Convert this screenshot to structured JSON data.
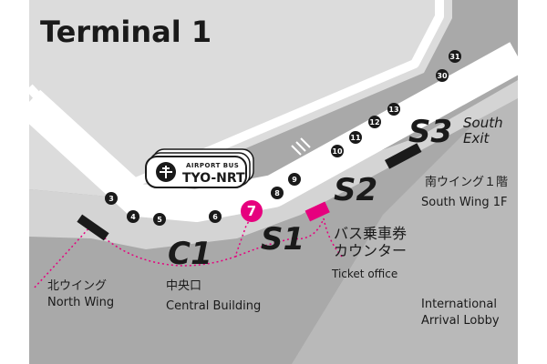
{
  "title": "Terminal 1",
  "bus_sign": {
    "top": "AIRPORT BUS",
    "main": "TYO-NRT"
  },
  "bus_stops": [
    "3",
    "4",
    "5",
    "6",
    "7",
    "8",
    "9",
    "10",
    "11",
    "12",
    "13",
    "30",
    "31"
  ],
  "highlighted_stop": "7",
  "areas": {
    "c1": {
      "code": "C1",
      "jp": "中央口",
      "en": "Central Building"
    },
    "s1": {
      "code": "S1"
    },
    "s2": {
      "code": "S2"
    },
    "s3": {
      "code": "S3",
      "exit_line1": "South",
      "exit_line2": "Exit"
    },
    "south_wing": {
      "jp": "南ウイング１階",
      "en": "South Wing  1F"
    },
    "north_wing": {
      "jp": "北ウイング",
      "en": "North Wing"
    },
    "ticket_counter": {
      "jp_line1": "バス乗車券",
      "jp_line2": "カウンター",
      "en": "Ticket office"
    },
    "arrival_lobby": {
      "line1": "International",
      "line2": "Arrival Lobby"
    }
  },
  "colors": {
    "highlight": "#e6007e",
    "stop_fill": "#1a1a1a",
    "road": "#ffffff",
    "outer_ground": "#aaaaaa",
    "building": "#d9d9d9"
  }
}
